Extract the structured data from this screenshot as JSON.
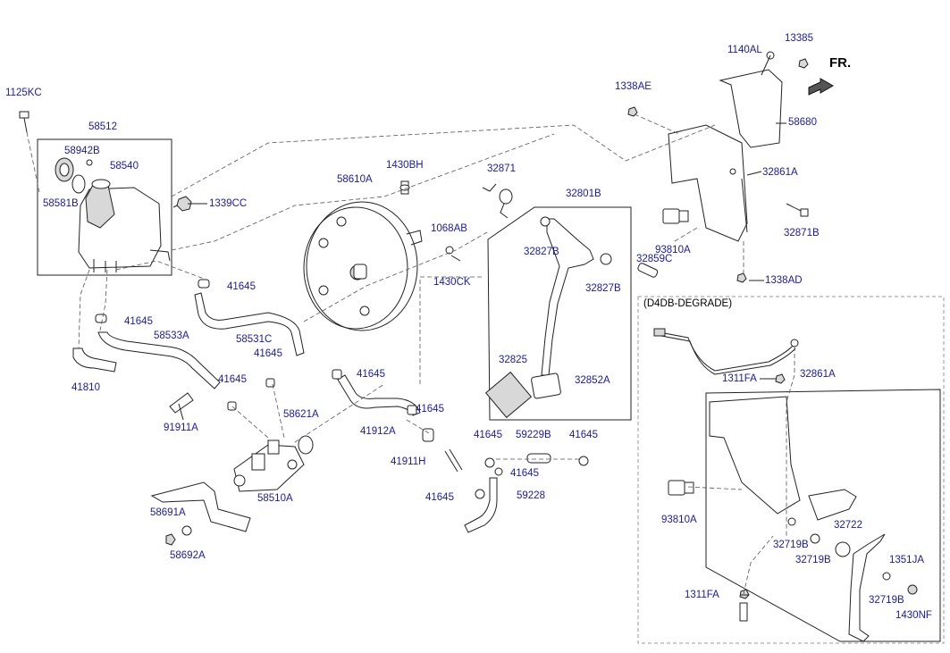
{
  "header": {
    "direction_label": "FR."
  },
  "inset_title": "(D4DB-DEGRADE)",
  "labels": {
    "l1125KC": "1125KC",
    "l58512": "58512",
    "l58942B": "58942B",
    "l58540": "58540",
    "l58581B": "58581B",
    "l1339CC": "1339CC",
    "l41645_a": "41645",
    "l41645_b": "41645",
    "l58533A": "58533A",
    "l58531C": "58531C",
    "l41645_c": "41645",
    "l41645_d": "41645",
    "l41810": "41810",
    "l91911A": "91911A",
    "l58621A": "58621A",
    "l58510A": "58510A",
    "l58691A": "58691A",
    "l58692A": "58692A",
    "l58610A": "58610A",
    "l1430BH": "1430BH",
    "l1068AB": "1068AB",
    "l1430CK": "1430CK",
    "l41645_e": "41645",
    "l41912A": "41912A",
    "l41645_f": "41645",
    "l41911H": "41911H",
    "l41645_g": "41645",
    "l59229B": "59229B",
    "l41645_h": "41645",
    "l41645_i": "41645",
    "l41645_j": "41645",
    "l59228": "59228",
    "l32871": "32871",
    "l32801B": "32801B",
    "l32827B_a": "32827B",
    "l32827B_b": "32827B",
    "l32825": "32825",
    "l32852A": "32852A",
    "l32859C": "32859C",
    "l1140AL": "1140AL",
    "l13385": "13385",
    "l1338AE": "1338AE",
    "l58680": "58680",
    "l32861A_a": "32861A",
    "l32871B": "32871B",
    "l93810A_a": "93810A",
    "l1338AD": "1338AD",
    "l1311FA_a": "1311FA",
    "l32861A_b": "32861A",
    "l93810A_b": "93810A",
    "l32722": "32722",
    "l32719B_a": "32719B",
    "l32719B_b": "32719B",
    "l1351JA": "1351JA",
    "l1311FA_b": "1311FA",
    "l32719B_c": "32719B",
    "l1430NF": "1430NF"
  },
  "colors": {
    "label": "#1a1aa8",
    "line": "#222222",
    "inset_border": "#999999"
  }
}
